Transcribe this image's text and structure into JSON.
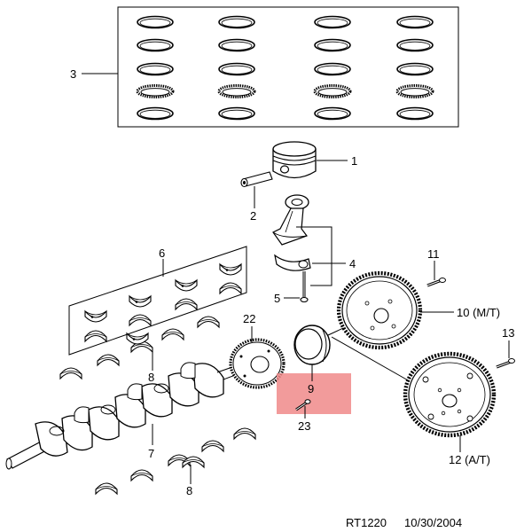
{
  "callouts": {
    "c1": "1",
    "c2": "2",
    "c3": "3",
    "c4": "4",
    "c5": "5",
    "c6": "6",
    "c7": "7",
    "c8a": "8",
    "c8b": "8",
    "c9": "9",
    "c10": "10 (M/T)",
    "c11": "11",
    "c12": "12 (A/T)",
    "c13": "13",
    "c22": "22",
    "c23": "23"
  },
  "footer": {
    "ref": "RT1220",
    "date": "10/30/2004"
  },
  "highlight": {
    "part": "9",
    "color": "#f08a8a"
  }
}
